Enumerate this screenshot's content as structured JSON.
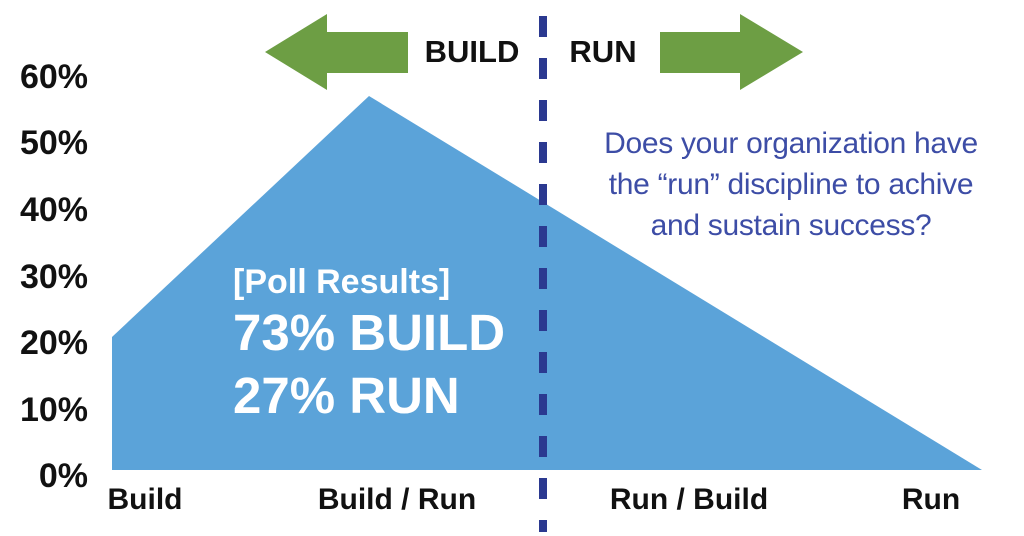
{
  "colors": {
    "background": "#ffffff",
    "area": "#5ba3d9",
    "divider": "#2b3990",
    "arrow_green": "#6d9e44",
    "question_text": "#3d4da6",
    "label_text": "#111111",
    "poll_text": "#ffffff"
  },
  "header": {
    "build_label": "BUILD",
    "run_label": "RUN"
  },
  "chart_data": {
    "type": "area",
    "title": "",
    "xlabel": "",
    "ylabel": "",
    "categories": [
      "Build",
      "Build / Run",
      "Run / Build",
      "Run"
    ],
    "values": [
      20,
      56,
      27,
      0
    ],
    "y_tick_labels": [
      "60%",
      "50%",
      "40%",
      "30%",
      "20%",
      "10%",
      "0%"
    ],
    "ylim": [
      0,
      60
    ],
    "grid": false,
    "legend": "none",
    "divider": "dashed vertical line between BUILD and RUN halves"
  },
  "annotations": {
    "poll_results": {
      "title": "[Poll Results]",
      "build": "73% BUILD",
      "run": "27% RUN"
    },
    "question": {
      "line1": "Does your organization have",
      "line2": "the “run” discipline to achive",
      "line3": "and sustain success?"
    }
  }
}
